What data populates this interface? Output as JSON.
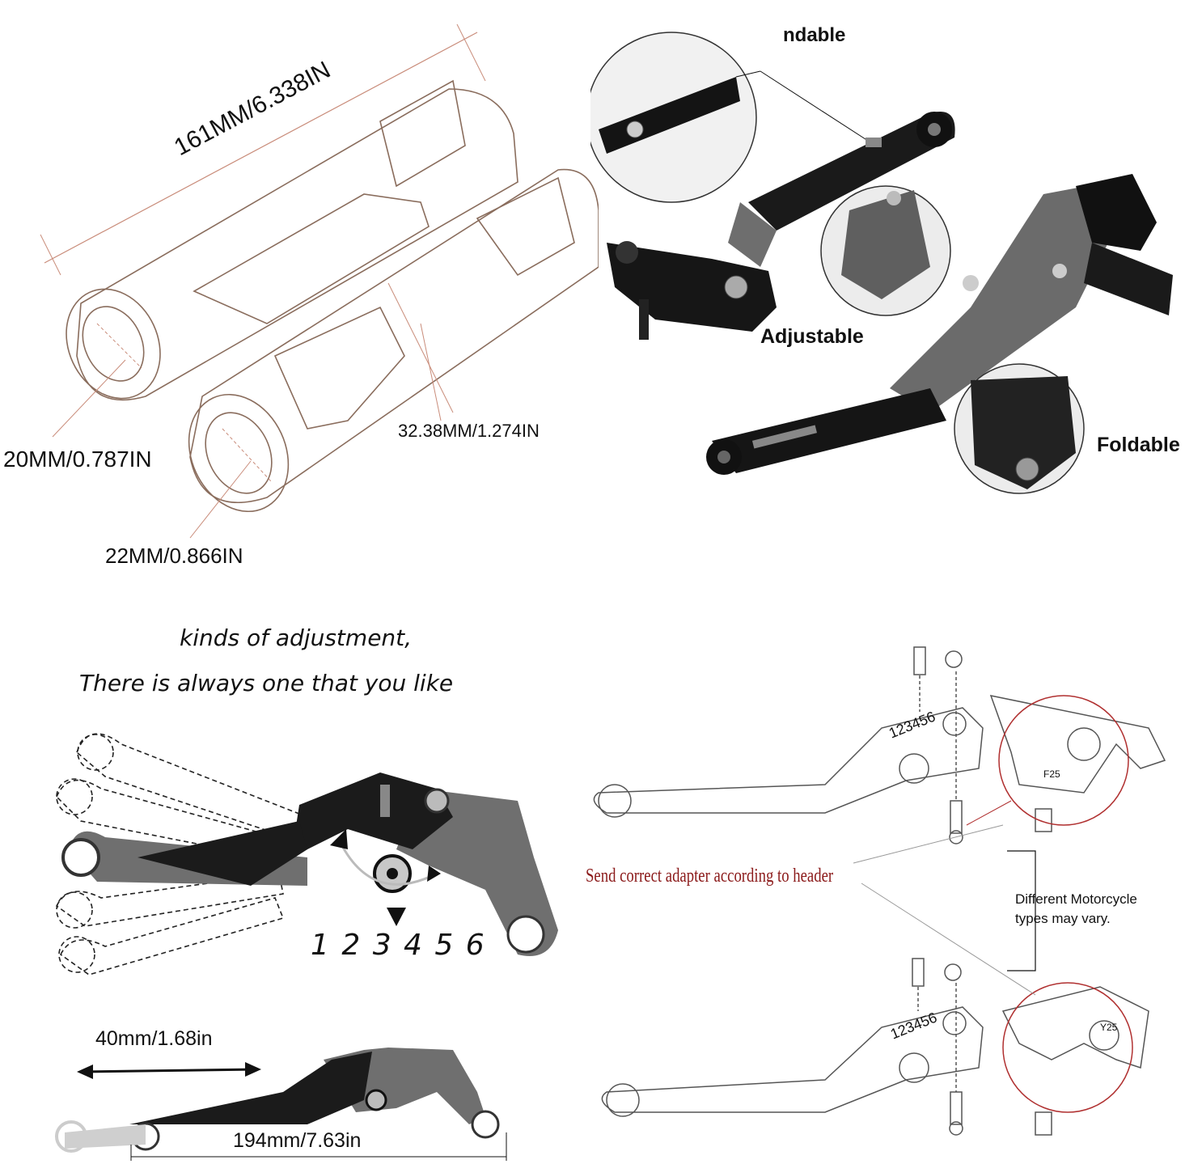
{
  "grips": {
    "length_label": "161MM/6.338IN",
    "diameter_outer_label": "32.38MM/1.274IN",
    "diameter_left_label": "20MM/0.787IN",
    "diameter_inner_label": "22MM/0.866IN"
  },
  "levers_photo": {
    "foldable_top_label": "ndable",
    "adjustable_label": "Adjustable",
    "foldable_bottom_label": "Foldable"
  },
  "adjustment": {
    "line1": "kinds of adjustment,",
    "line2": "There is always one that you like",
    "positions": "1 2 3 4 5 6",
    "extension_label": "40mm/1.68in",
    "length_label": "194mm/7.63in"
  },
  "adapters": {
    "note": "Send correct adapter according to header",
    "types_note_line1": "Different Motorcycle",
    "types_note_line2": "types may vary.",
    "upper_code": "F25",
    "lower_code": "Y25",
    "dial_upper": "123456",
    "dial_lower": "123456"
  },
  "colors": {
    "lever_black": "#141414",
    "lever_grey": "#7a7a7a",
    "dimension_line": "#c98c7a",
    "note_red": "#8b1a1a",
    "circle_red": "#b03030"
  }
}
